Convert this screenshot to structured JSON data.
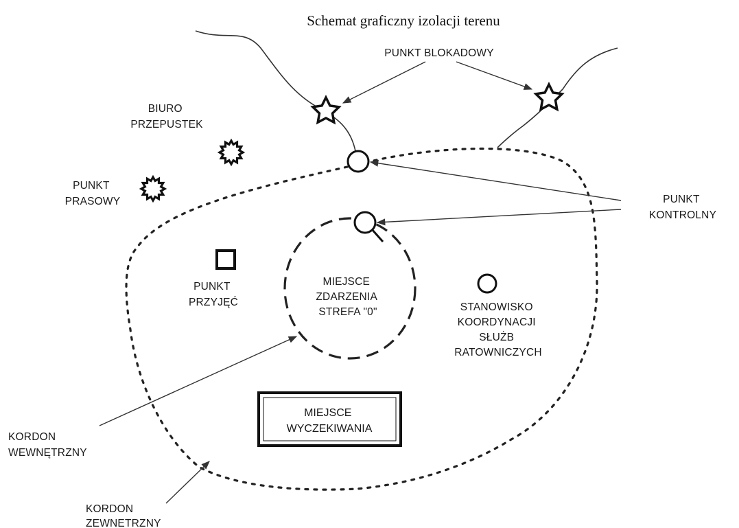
{
  "title": "Schemat graficzny izolacji terenu",
  "labels": {
    "punkt_blokadowy": "PUNKT BLOKADOWY",
    "biuro_przepustek": [
      "BIURO",
      "PRZEPUSTEK"
    ],
    "punkt_prasowy": [
      "PUNKT",
      "PRASOWY"
    ],
    "punkt_kontrolny": [
      "PUNKT",
      "KONTROLNY"
    ],
    "punkt_przyjec": [
      "PUNKT",
      "PRZYJĘĆ"
    ],
    "miejsce_zdarzenia": [
      "MIEJSCE",
      "ZDARZENIA",
      "STREFA \"0\""
    ],
    "stanowisko": [
      "STANOWISKO",
      "KOORDYNACJI",
      "SŁUŻB",
      "RATOWNICZYCH"
    ],
    "miejsce_wyczekiwania": [
      "MIEJSCE",
      "WYCZEKIWANIA"
    ],
    "kordon_wewnetrzny": [
      "KORDON",
      "WEWNĘTRZNY"
    ],
    "kordon_zewnetrzny": [
      "KORDON",
      "ZEWNETRZNY"
    ]
  },
  "legend_symbols": {
    "punkt_blokadowy": "star-icon",
    "biuro_przepustek": "sun-gear-icon",
    "punkt_prasowy": "sun-gear-icon",
    "punkt_kontrolny": "circle-icon",
    "punkt_przyjec": "square-icon",
    "stanowisko": "circle-icon",
    "miejsce_wyczekiwania": "double-rectangle-icon"
  },
  "colors": {
    "ink": "#1a1a1a",
    "background": "#ffffff"
  }
}
